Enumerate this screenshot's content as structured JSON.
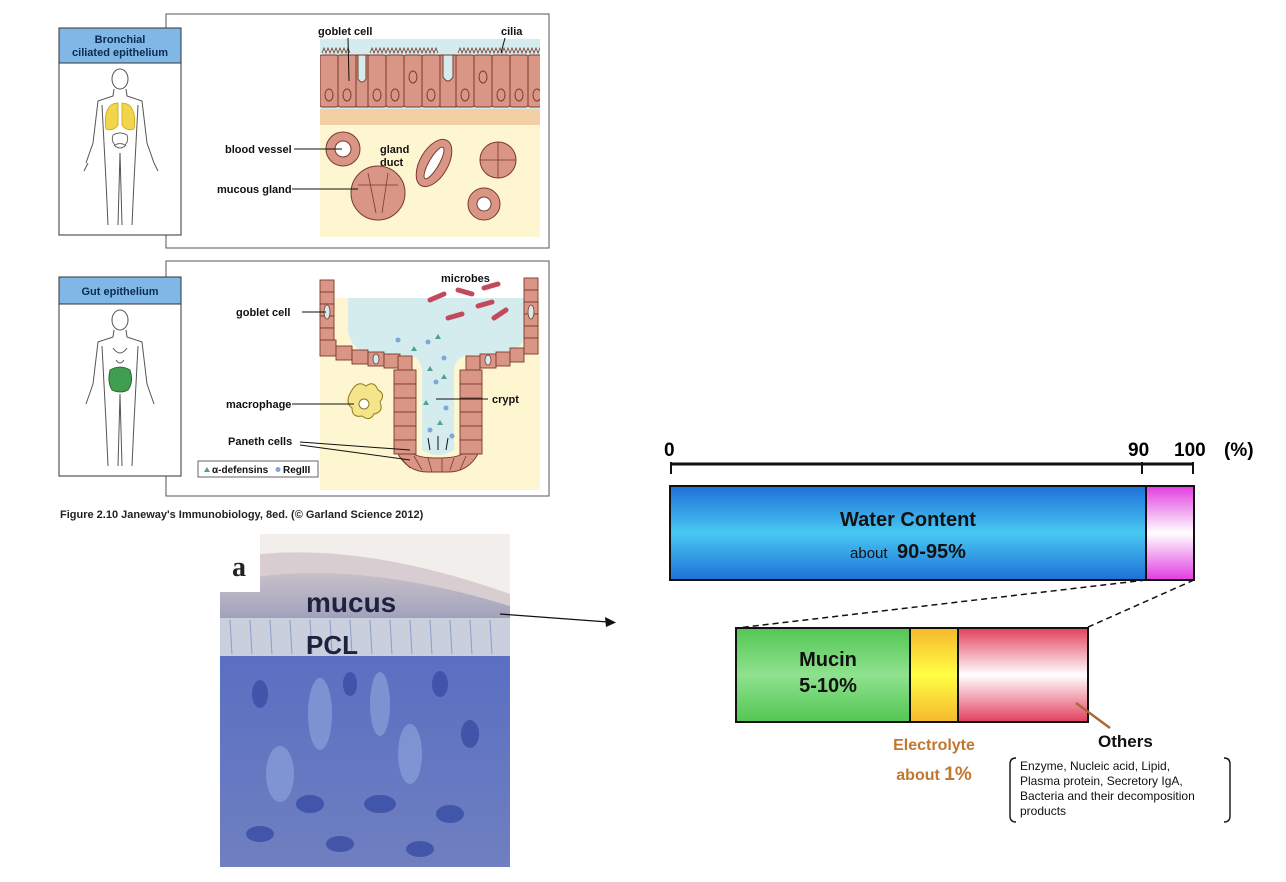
{
  "figure_caption": "Figure 2.10  Janeway's Immunobiology, 8ed. (© Garland Science 2012)",
  "bronchial_panel": {
    "title_line1": "Bronchial",
    "title_line2": "ciliated epithelium",
    "labels": {
      "goblet_cell": "goblet cell",
      "cilia": "cilia",
      "blood_vessel": "blood vessel",
      "gland_duct_line1": "gland",
      "gland_duct_line2": "duct",
      "mucous_gland": "mucous gland"
    }
  },
  "gut_panel": {
    "title": "Gut epithelium",
    "labels": {
      "microbes": "microbes",
      "goblet_cell": "goblet cell",
      "macrophage": "macrophage",
      "crypt": "crypt",
      "paneth_cells": "Paneth cells"
    },
    "legend": {
      "defensins": "α-defensins",
      "regiii": "RegIII"
    }
  },
  "micrograph": {
    "panel_letter": "a",
    "mucus": "mucus",
    "pcl": "PCL"
  },
  "composition": {
    "axis": {
      "tick_0": "0",
      "tick_90": "90",
      "tick_100": "100",
      "unit": "(%)"
    },
    "water": {
      "title": "Water Content",
      "prefix": "about",
      "value": "90-95%"
    },
    "mucin": {
      "line1": "Mucin",
      "line2": "5-10%"
    },
    "electrolyte": {
      "line1": "Electrolyte",
      "line2_prefix": "about ",
      "line2_value": "1%"
    },
    "others": {
      "title": "Others",
      "line1": "Enzyme, Nucleic acid, Lipid,",
      "line2": "Plasma protein, Secretory IgA,",
      "line3": "Bacteria and their decomposition",
      "line4": "products"
    }
  },
  "colors": {
    "panel_title_bg": "#7fb8e6",
    "tissue_bg": "#fdf6d0",
    "cell_fill": "#d99585",
    "cell_stroke": "#7a3a2a",
    "mucus_blue": "#d4ecee",
    "microbe": "#c24a5c",
    "water_bar": "#2f9fe8",
    "mucin_bar": "#6dd36d",
    "electrolyte_bar": "#f8c63a",
    "others_bar": "#e8506b",
    "electrolyte_text": "#c07830"
  }
}
